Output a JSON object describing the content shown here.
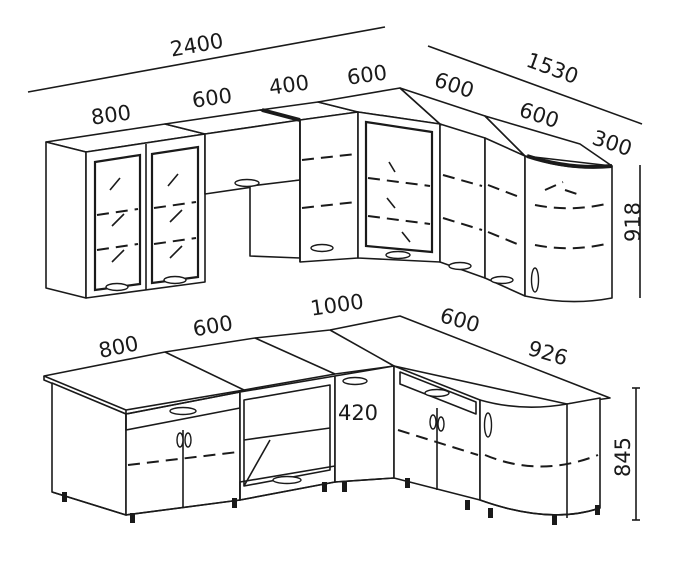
{
  "dimensions": {
    "upper_total_left": "2400",
    "upper_total_right": "1530",
    "upper_800": "800",
    "upper_600_a": "600",
    "upper_400": "400",
    "upper_600_b": "600",
    "upper_600_c": "600",
    "upper_600_d": "600",
    "upper_300": "300",
    "upper_height": "918",
    "lower_800": "800",
    "lower_600_a": "600",
    "lower_1000": "1000",
    "lower_600_b": "600",
    "lower_926": "926",
    "lower_420": "420",
    "lower_height": "845"
  }
}
